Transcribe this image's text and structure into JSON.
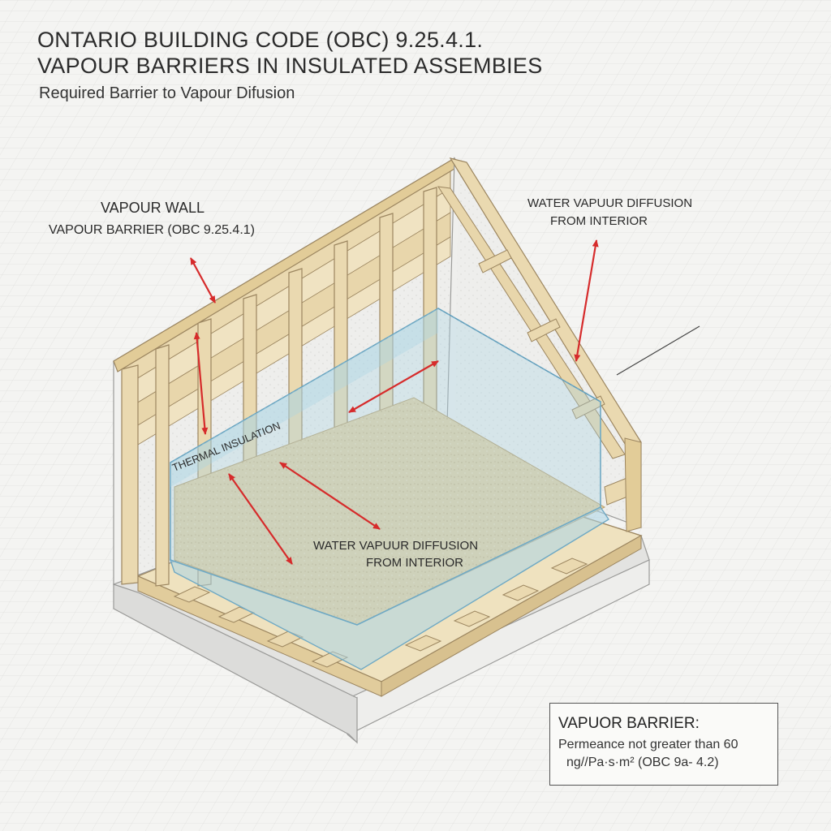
{
  "title": {
    "line1": "ONTARIO BUILDING CODE (OBC) 9.25.4.1.",
    "line2": "VAPOUR BARRIERS IN INSULATED ASSEMBIES",
    "subtitle": "Required Barrier to Vapour Difusion"
  },
  "labels": {
    "vapour_wall": "VAPOUR WALL",
    "vapour_barrier_ref": "VAPOUR BARRIER (OBC 9.25.4.1)",
    "diffusion_upper_line1": "WATER VAPUUR DIFFUSION",
    "diffusion_upper_line2": "FROM INTERIOR",
    "thermal_insulation": "THERMAL INSULATION",
    "diffusion_floor_line1": "WATER VAPUUR DIFFUSION",
    "diffusion_floor_line2": "FROM INTERIOR"
  },
  "note": {
    "heading": "VAPUOR BARRIER:",
    "line1": "Permeance not greater than 60",
    "line2": "ng//Pa·s·m² (OBC 9a- 4.2)"
  },
  "colors": {
    "background": "#f4f4f2",
    "grid": "#d9d9d6",
    "timber": "#ead9b0",
    "timber_edge": "#9c8660",
    "barrier": "#a9d3e6",
    "insulation_floor": "#ddc9a0",
    "arrow": "#d62b2b",
    "concrete": "#e6e6e4"
  },
  "icons": [
    "double-headed-arrow-icon"
  ]
}
